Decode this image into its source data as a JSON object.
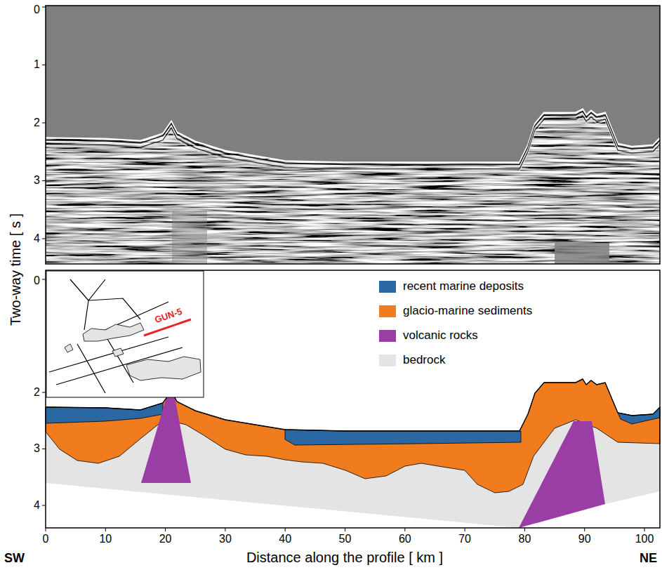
{
  "diagram": {
    "labels": [
      "0",
      "1",
      "2",
      "3",
      "4",
      "Two-way time [ s ]",
      "0",
      "2",
      "3",
      "4",
      "GUN-5",
      "0",
      "10",
      "20",
      "30",
      "40",
      "50",
      "60",
      "70",
      "80",
      "90",
      "100",
      "SW",
      "Distance along the profile [ km ]",
      "NE"
    ],
    "legend": [
      {
        "text": "recent marine deposits",
        "color": "#2b68a3"
      },
      {
        "text": "glacio-marine sediments",
        "color": "#f07c1e"
      },
      {
        "text": "volcanic rocks",
        "color": "#9a3ea6"
      },
      {
        "text": "bedrock",
        "color": "#e4e4e4"
      }
    ]
  }
}
